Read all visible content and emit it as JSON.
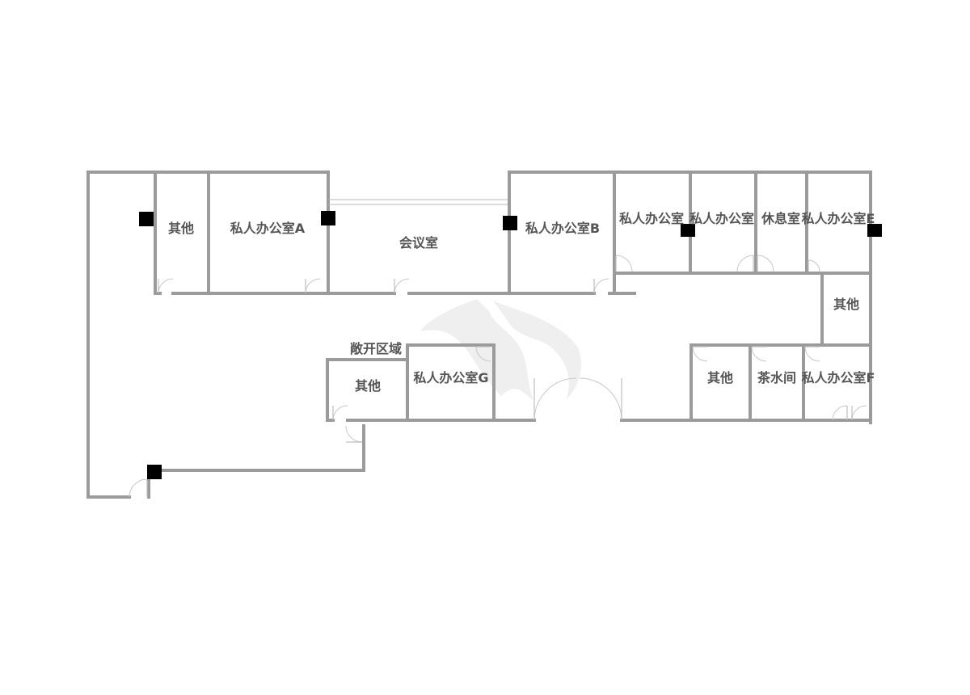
{
  "rooms": {
    "other_1": "其他",
    "office_a": "私人办公室A",
    "meeting": "会议室",
    "office_b": "私人办公室B",
    "office_c": "私人办公室",
    "office_d": "私人办公室",
    "lounge": "休息室",
    "office_e": "私人办公室E",
    "other_2": "其他",
    "open_area": "敞开区域",
    "other_3": "其他",
    "office_g": "私人办公室G",
    "other_4": "其他",
    "tea_room": "茶水间",
    "office_f": "私人办公室F"
  },
  "colors": {
    "wall": "#9b9b9b",
    "pillar": "#000000",
    "label": "#555555",
    "background": "#ffffff"
  }
}
